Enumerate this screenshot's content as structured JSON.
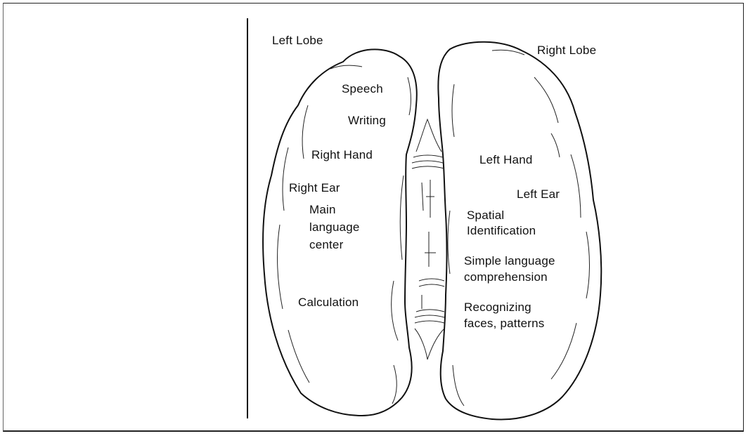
{
  "labels": {
    "left_lobe": "Left Lobe",
    "right_lobe": "Right Lobe",
    "speech": "Speech",
    "writing": "Writing",
    "right_hand": "Right Hand",
    "right_ear": "Right Ear",
    "main_language_1": "Main",
    "main_language_2": "language",
    "main_language_3": "center",
    "calculation": "Calculation",
    "left_hand": "Left Hand",
    "left_ear": "Left Ear",
    "spatial_1": "Spatial",
    "spatial_2": "Identification",
    "simple_language_1": "Simple language",
    "simple_language_2": "comprehension",
    "faces_1": "Recognizing",
    "faces_2": "faces, patterns"
  }
}
